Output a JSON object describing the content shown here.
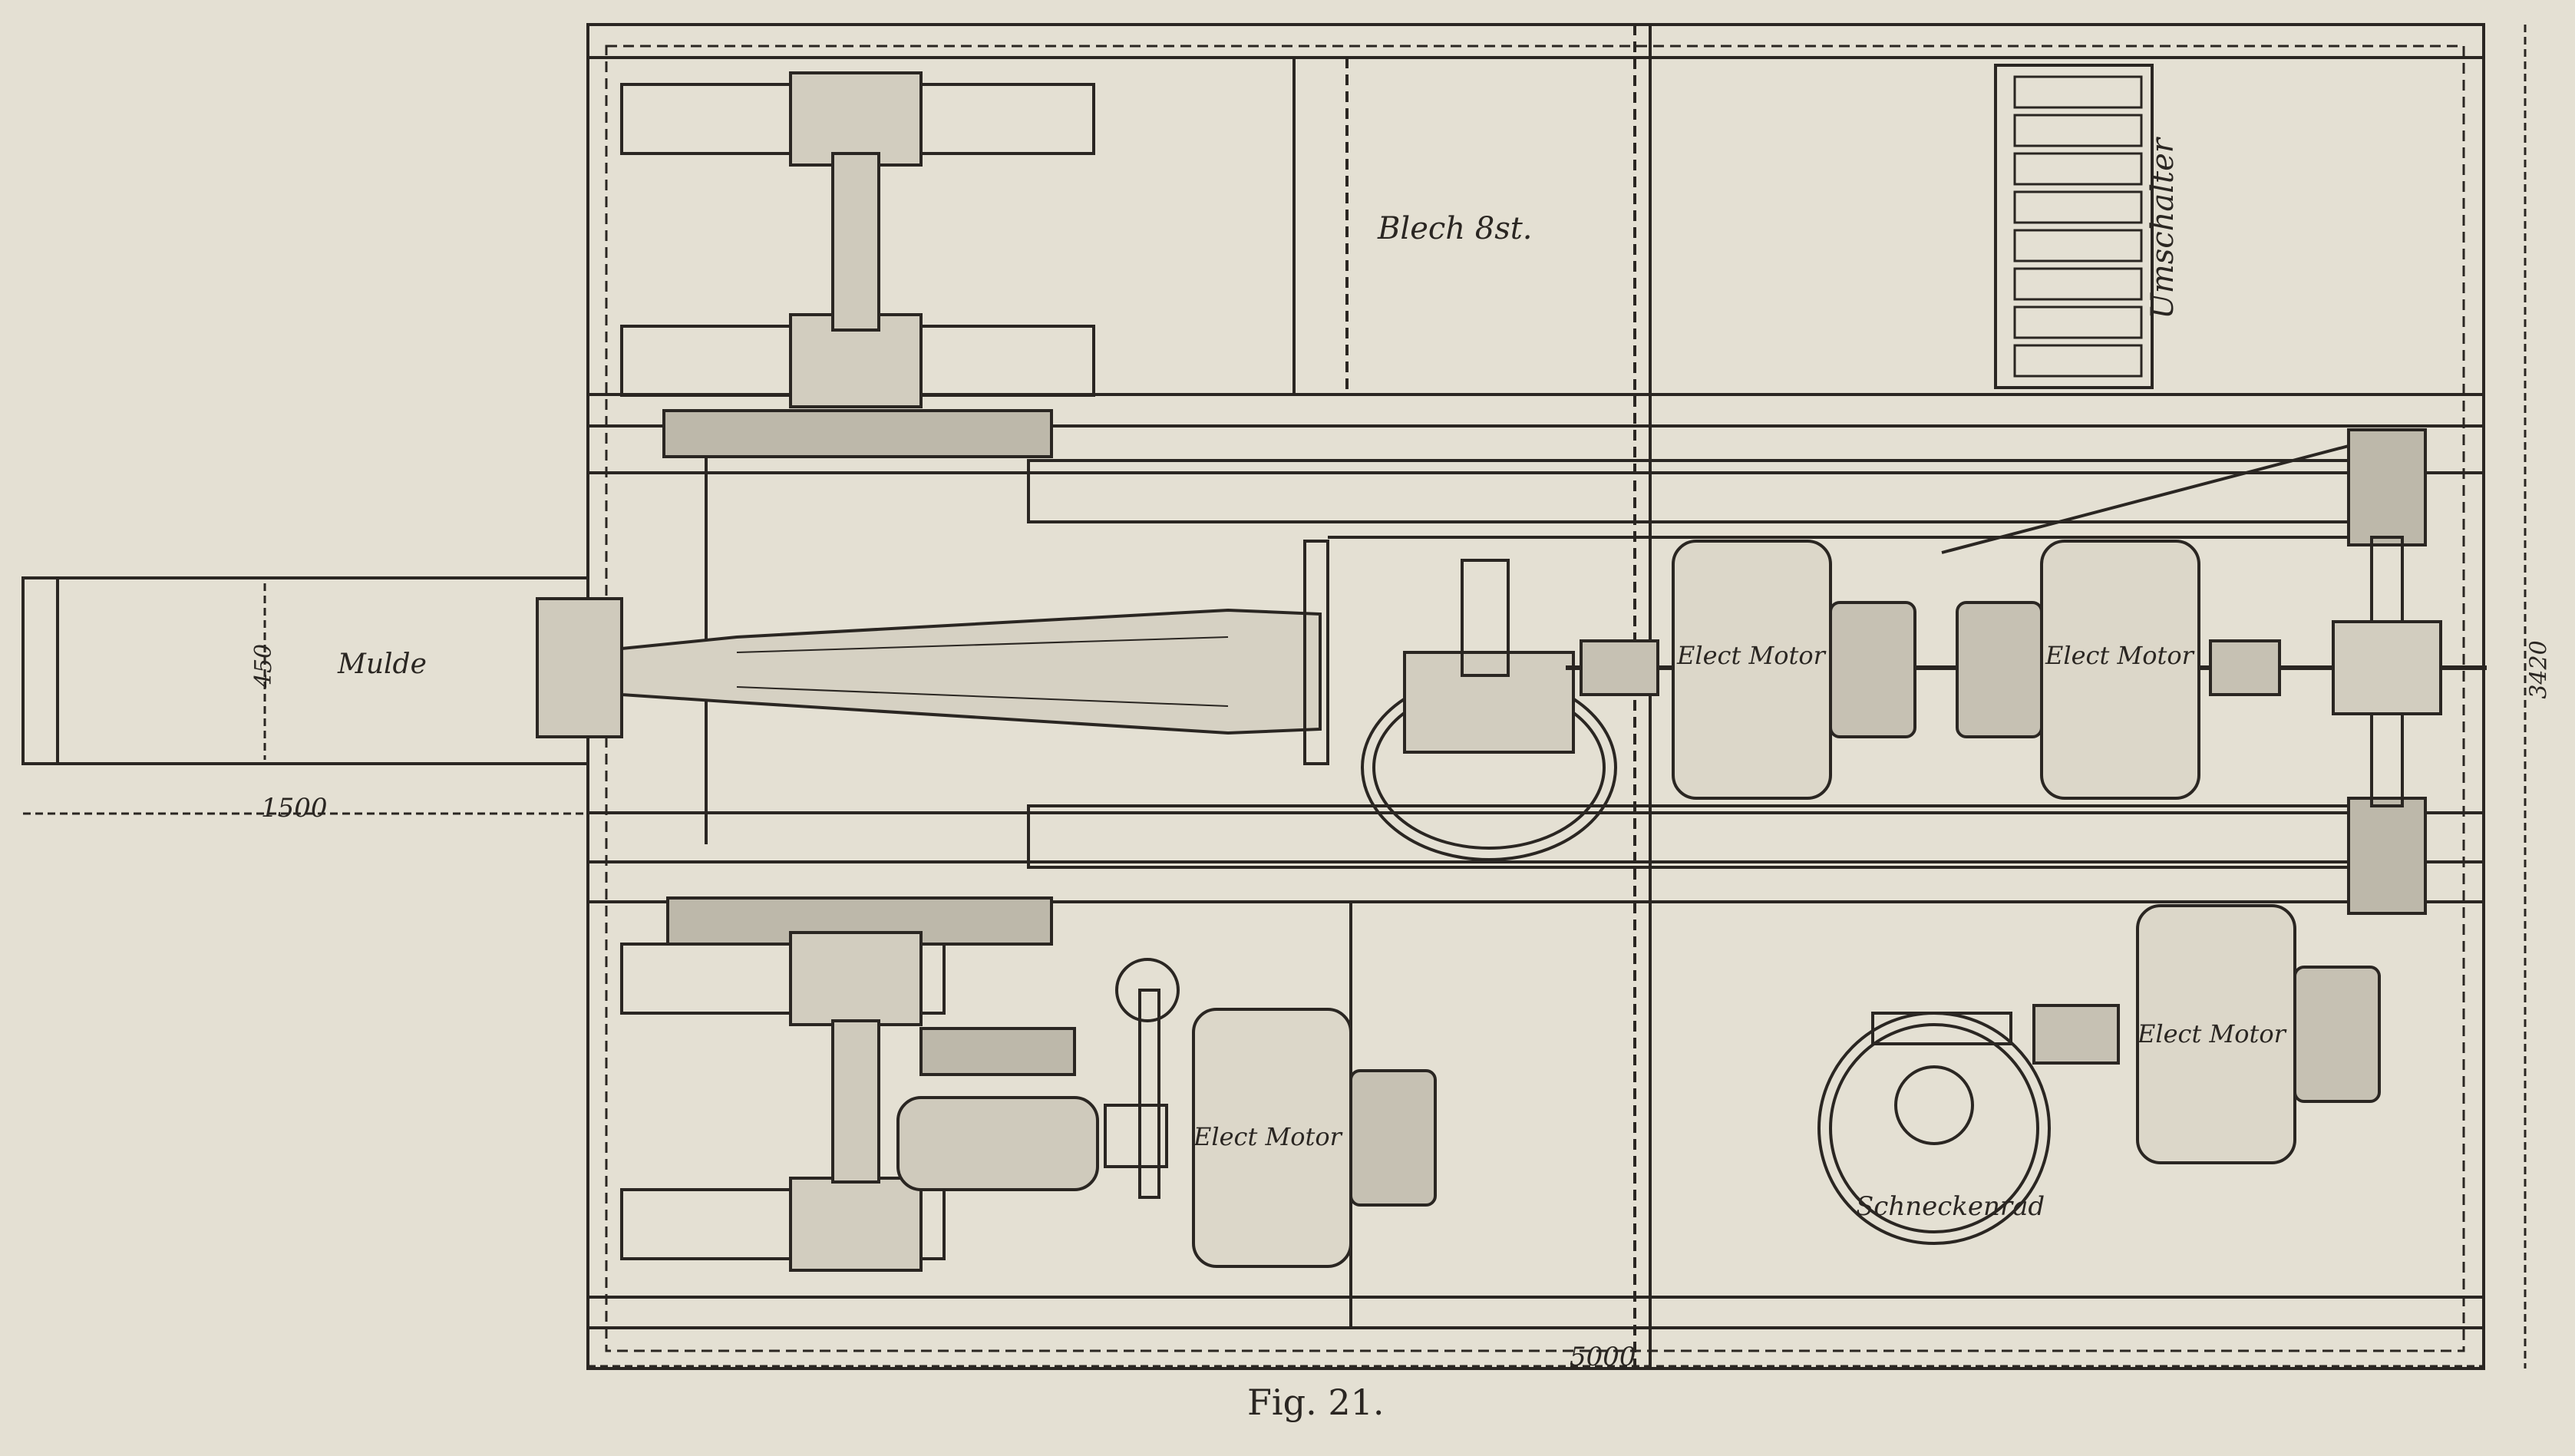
{
  "figure": {
    "caption": "Fig. 21.",
    "labels": {
      "plate": "Blech 8st.",
      "switch": "Umschalter",
      "trough": "Mulde",
      "worm_wheel": "Schneckenrad",
      "motor_1": "Elect Motor",
      "motor_2": "Elect Motor",
      "motor_3": "Elect Motor",
      "motor_4": "Elect Motor"
    },
    "dimensions": {
      "trough_width": "450",
      "trough_length": "1500",
      "total_length": "5000",
      "total_width": "3420"
    }
  },
  "colors": {
    "paper": "#e4e0d3",
    "ink": "#2a2622"
  }
}
